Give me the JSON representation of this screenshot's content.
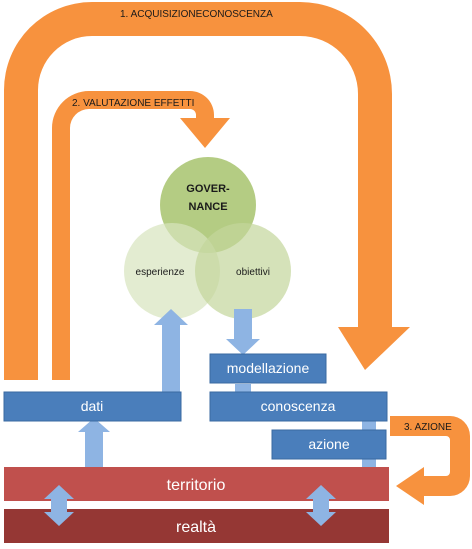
{
  "loops": {
    "acquisizione": "1. ACQUISIZIONECONOSCENZA",
    "valutazione": "2. VALUTAZIONE EFFETTI",
    "azione_loop": "3. AZIONE"
  },
  "venn": {
    "top": [
      "GOVER-",
      "NANCE"
    ],
    "left": "esperienze",
    "right": "obiettivi"
  },
  "boxes": {
    "dati": "dati",
    "modellazione": "modellazione",
    "conoscenza": "conoscenza",
    "azione": "azione",
    "territorio": "territorio",
    "realta": "realtà"
  },
  "colors": {
    "orange": "#F7923E",
    "blue_box": "#4A7EBB",
    "light_blue_arrow": "#8EB4E3",
    "venn_green": "#9BBB59",
    "red_bar": "#C0504D",
    "dark_red_bar": "#953734"
  }
}
